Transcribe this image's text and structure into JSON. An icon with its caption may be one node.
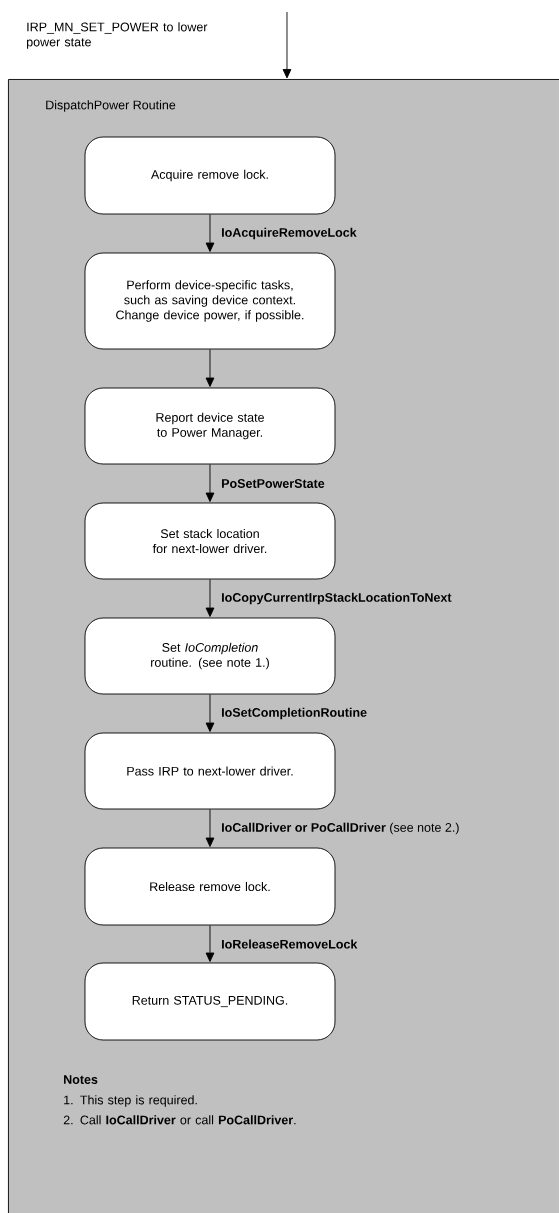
{
  "diagram": {
    "nodes": [
      {
        "text": [
          "DispatchPower Routine"
        ]
      },
      {
        "text": [
          "Acquire remove lock."
        ],
        "in": 0
      },
      {
        "text": [
          "Perform device-specific tasks, such as saving device context. Change device power, if possible."
        ],
        "in": 0
      },
      {
        "text": [
          "Report device state to Power Manager."
        ],
        "in": 0
      },
      {
        "text": [
          "Set stack location for next-lower driver."
        ],
        "in": 0
      },
      {
        "text": [
          "Set *IoCompletion* routine. (see note 1.)"
        ],
        "in": 0
      },
      {
        "text": [
          "Pass IRP to next-lower driver."
        ],
        "in": 0
      },
      {
        "text": [
          "Release remove lock."
        ],
        "in": 0
      },
      {
        "text": [
          "Return STATUS_PENDING."
        ],
        "in": 0
      }
    ],
    "edges": [
      {
        "from": null,
        "to": 0,
        "arrow": "to"
      },
      {
        "from": 1,
        "to": 2,
        "arrow": "to",
        "label": "IoAcquireRemoveLock"
      },
      {
        "from": 2,
        "to": 3,
        "arrow": "to"
      },
      {
        "from": 3,
        "to": 4,
        "arrow": "to",
        "label": "PoSetPowerState"
      },
      {
        "from": 4,
        "to": 5,
        "arrow": "to",
        "label": "IoCopyCurrentIrpStackLocationToNext"
      },
      {
        "from": 5,
        "to": 6,
        "arrow": "to",
        "label": "IoSetCompletionRoutine"
      },
      {
        "from": 6,
        "to": 7,
        "arrow": "to",
        "label": "**IoCallDriver or PoCallDriver** (see note 2.)"
      },
      {
        "from": 7,
        "to": 8,
        "arrow": "to",
        "label": "IoReleaseRemoveLock"
      }
    ],
    "labels": [
      "IRP_MN_SET_POWER to lower power state",
      "Notes",
      "1. This step is required.",
      "2. Call **IoCallDriver** or call **PoCallDriver**."
    ]
  }
}
